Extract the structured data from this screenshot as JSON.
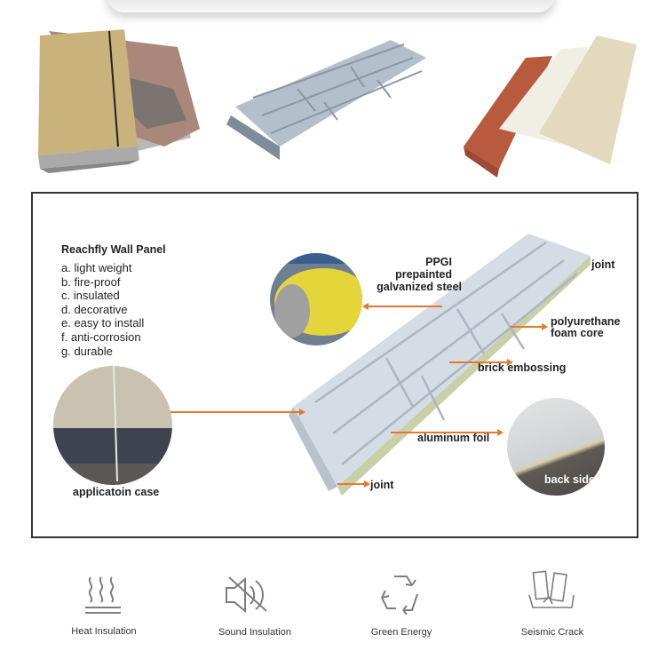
{
  "header_images": [
    {
      "name": "stone-texture-panels",
      "colors": [
        "#c8b27a",
        "#a58a7a"
      ]
    },
    {
      "name": "brick-embossed-panel",
      "colors": [
        "#b9c6d1",
        "#7c8a96"
      ]
    },
    {
      "name": "colored-panels",
      "colors": [
        "#b85a3e",
        "#f1efe4",
        "#e3d9be"
      ]
    }
  ],
  "diagram": {
    "product_title": "Reachfly Wall Panel",
    "features": [
      "a. light weight",
      "b. fire-proof",
      "c. insulated",
      "d. decorative",
      "e. easy to install",
      "f. anti-corrosion",
      "g. durable"
    ],
    "callouts": {
      "ppgi_line1": "PPGI",
      "ppgi_line2": "prepainted",
      "ppgi_line3": "galvanized steel",
      "joint_top": "joint",
      "foam_line1": "polyurethane",
      "foam_line2": "foam core",
      "brick": "brick embossing",
      "foil": "aluminum foil",
      "joint_bottom": "joint",
      "back_side": "back side",
      "application": "applicatoin case"
    },
    "accent_color": "#e8772e"
  },
  "features_row": [
    {
      "icon": "heat-icon",
      "label": "Heat Insulation"
    },
    {
      "icon": "sound-off-icon",
      "label": "Sound Insulation"
    },
    {
      "icon": "recycle-icon",
      "label": "Green Energy"
    },
    {
      "icon": "building-crack-icon",
      "label": "Seismic Crack"
    }
  ]
}
